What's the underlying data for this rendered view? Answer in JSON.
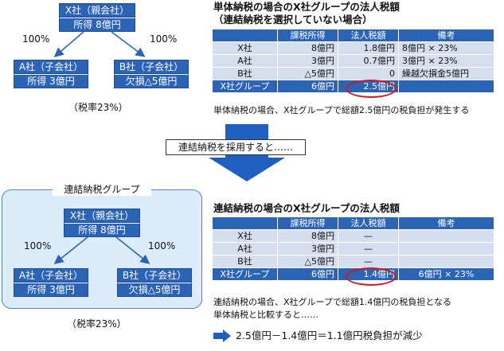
{
  "top": {
    "parent": {
      "name": "X社（親会社）",
      "value": "所得 8億円"
    },
    "pct_left": "100%",
    "pct_right": "100%",
    "child_a": {
      "name": "A社（子会社）",
      "value": "所得 3億円"
    },
    "child_b": {
      "name": "B社（子会社）",
      "value": "欠損△5億円"
    },
    "rate": "（税率23%）",
    "heading_line1": "単体納税の場合のX社グループの法人税額",
    "heading_line2": "（連結納税を選択していない場合）",
    "table": {
      "headers": [
        "",
        "課税所得",
        "法人税額",
        "備考"
      ],
      "rows": [
        [
          "X社",
          "8億円",
          "1.8億円",
          "8億円 × 23%"
        ],
        [
          "A社",
          "3億円",
          "0.7億円",
          "3億円 × 23%"
        ],
        [
          "B社",
          "△5億円",
          "0",
          "繰越欠損金5億円"
        ],
        [
          "X社グループ",
          "6億円",
          "2.5億円",
          ""
        ]
      ]
    },
    "note": "単体納税の場合、X社グループで総額2.5億円の税負担が発生する"
  },
  "callout": "連結納税を採用すると……",
  "bottom": {
    "group_title": "連結納税グループ",
    "parent": {
      "name": "X社（親会社）",
      "value": "所得 8億円"
    },
    "pct_left": "100%",
    "pct_right": "100%",
    "child_a": {
      "name": "A社（子会社）",
      "value": "所得 3億円"
    },
    "child_b": {
      "name": "B社（子会社）",
      "value": "欠損△5億円"
    },
    "rate": "（税率23%）",
    "heading": "連結納税の場合のX社グループの法人税額",
    "table": {
      "headers": [
        "",
        "課税所得",
        "法人税額",
        "備考"
      ],
      "rows": [
        [
          "X社",
          "8億円",
          "—",
          ""
        ],
        [
          "A社",
          "3億円",
          "—",
          ""
        ],
        [
          "B社",
          "△5億円",
          "—",
          ""
        ],
        [
          "X社グループ",
          "6億円",
          "1.4億円",
          "6億円 × 23%"
        ]
      ]
    },
    "note_line1": "連結納税の場合、X社グループで総額1.4億円の税負担となる",
    "note_line2": "単体納税と比較すると……",
    "conclusion": "2.5億円－1.4億円＝1.1億円税負担が減少"
  },
  "colors": {
    "primary": "#2b63b5",
    "cell": "#d5deed",
    "highlight": "#d0161f",
    "panel": "#dcecf8"
  }
}
